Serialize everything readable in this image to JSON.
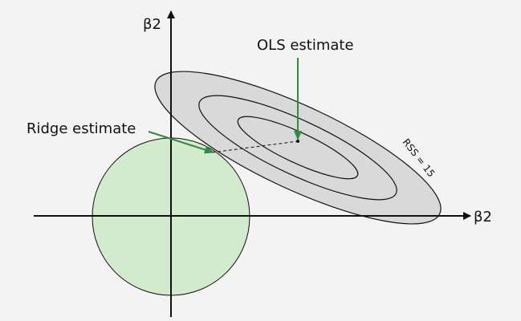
{
  "labels": {
    "y_axis": "β2",
    "x_axis": "β2",
    "ols": "OLS estimate",
    "ridge": "Ridge estimate",
    "rss": "RSS = 15"
  },
  "colors": {
    "background": "#f3f3f3",
    "constraint_fill": "#d2ebcc",
    "contour_fill": "#d9d9d9",
    "arrow": "#2e8b40"
  }
}
